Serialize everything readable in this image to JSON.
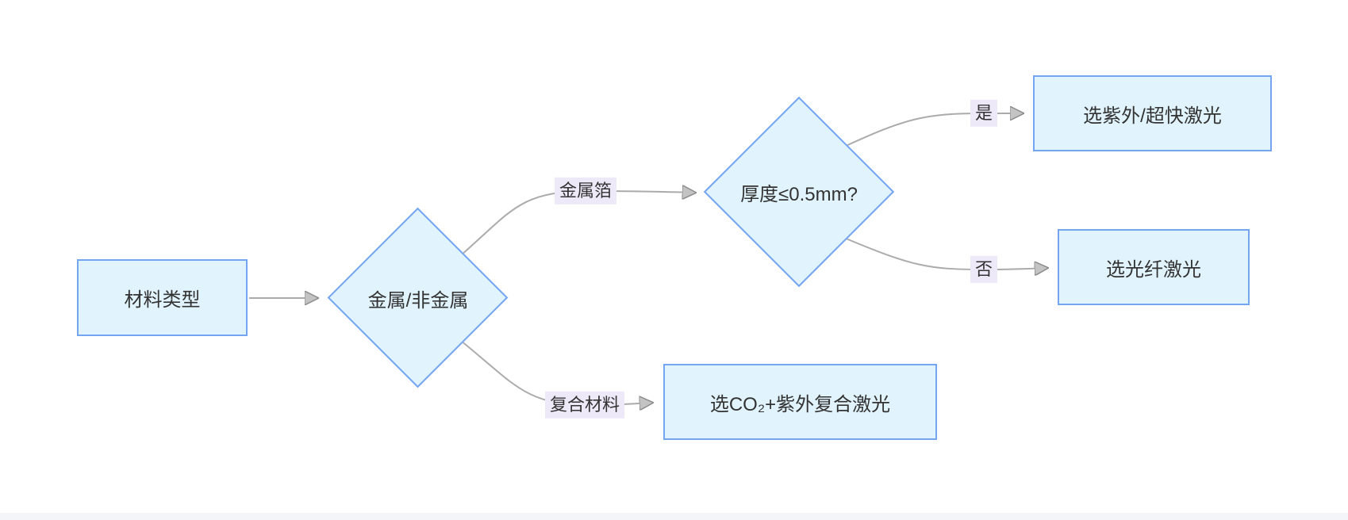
{
  "diagram": {
    "type": "flowchart",
    "colors": {
      "node_fill": "#e1f3fc",
      "node_border": "#74a5f2",
      "edge_stroke": "#ababab",
      "edge_label_bg": "#eee9f8",
      "text": "#333333",
      "bottom_strip": "#f3f5f9"
    },
    "nodes": {
      "material_type": {
        "shape": "rect",
        "label": "材料类型"
      },
      "metal_decision": {
        "shape": "diamond",
        "label": "金属/非金属"
      },
      "thickness_decision": {
        "shape": "diamond",
        "label": "厚度≤0.5mm?"
      },
      "uv_ultrafast": {
        "shape": "rect",
        "label": "选紫外/超快激光"
      },
      "fiber_laser": {
        "shape": "rect",
        "label": "选光纤激光"
      },
      "co2_uv_composite": {
        "shape": "rect",
        "label": "选CO₂+紫外复合激光"
      }
    },
    "edges": {
      "material_to_metal": {
        "from": "material_type",
        "to": "metal_decision",
        "label": ""
      },
      "metal_to_thickness": {
        "from": "metal_decision",
        "to": "thickness_decision",
        "label": "金属箔"
      },
      "metal_to_co2": {
        "from": "metal_decision",
        "to": "co2_uv_composite",
        "label": "复合材料"
      },
      "thickness_yes": {
        "from": "thickness_decision",
        "to": "uv_ultrafast",
        "label": "是"
      },
      "thickness_no": {
        "from": "thickness_decision",
        "to": "fiber_laser",
        "label": "否"
      }
    }
  }
}
